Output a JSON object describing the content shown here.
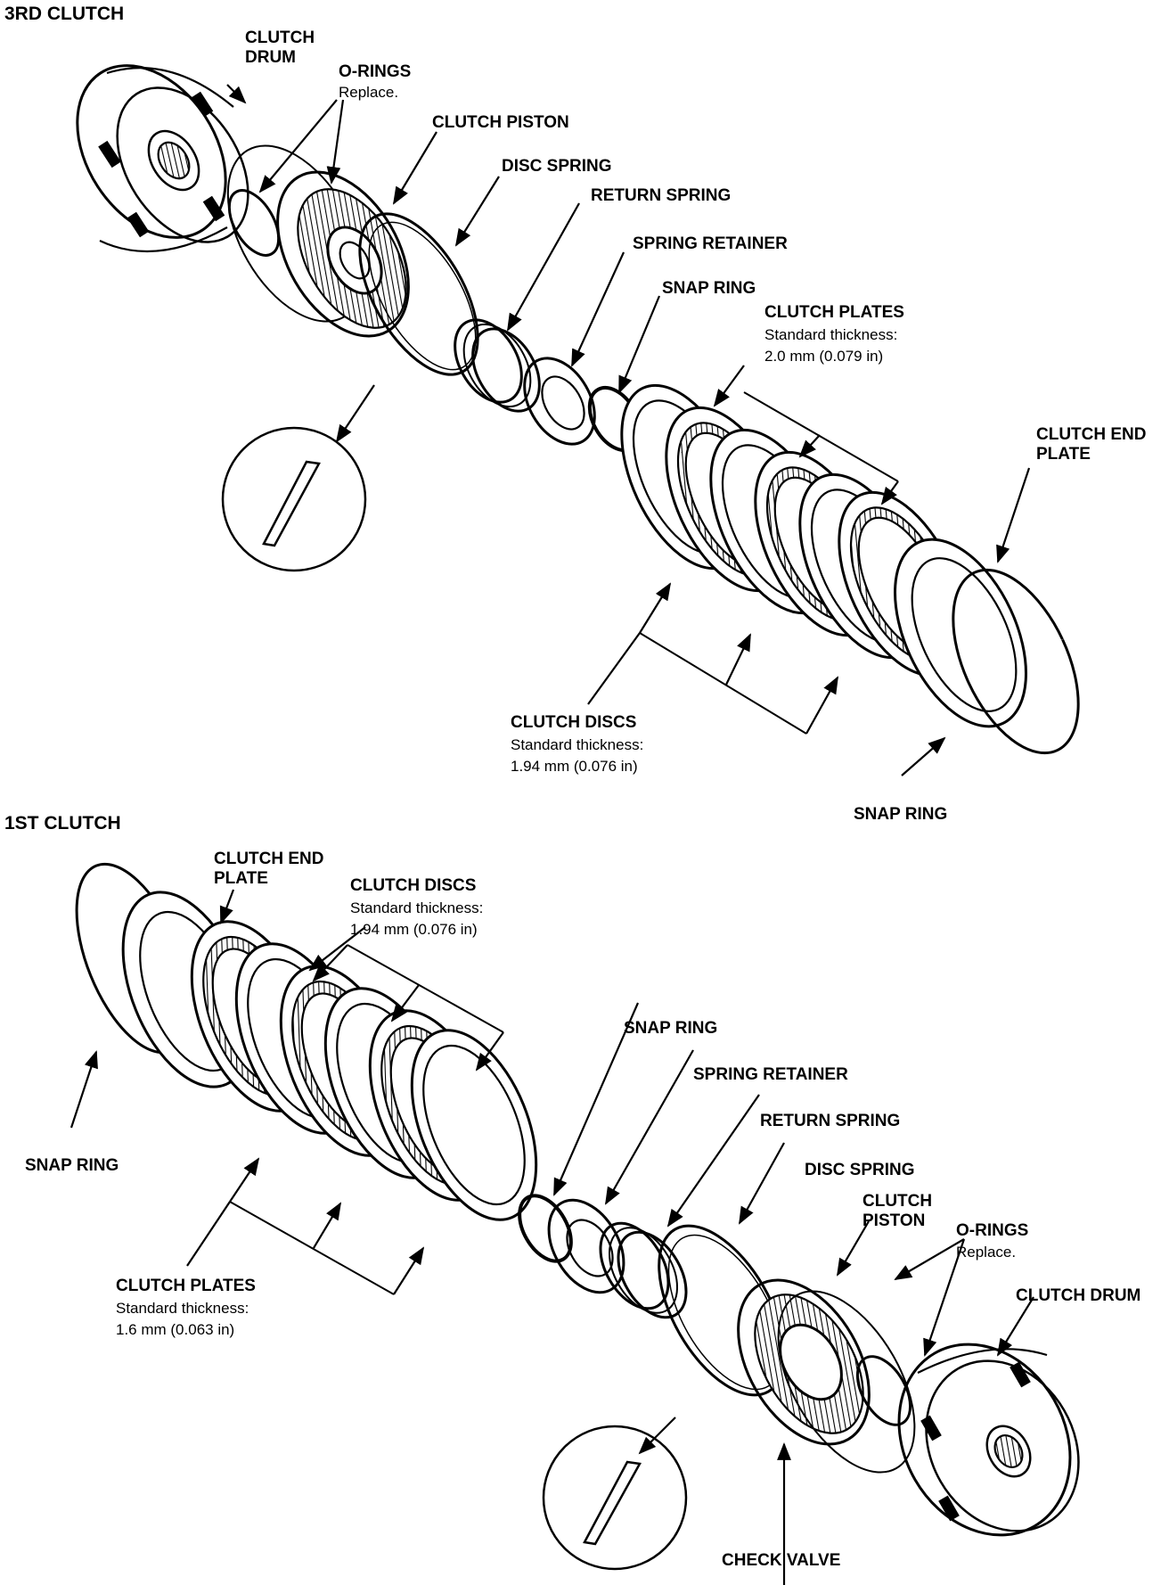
{
  "sections": {
    "third": {
      "title": "3RD CLUTCH",
      "labels": {
        "clutch_drum": [
          "CLUTCH",
          "DRUM"
        ],
        "o_rings": "O-RINGS",
        "o_rings_note": "Replace.",
        "clutch_piston": "CLUTCH PISTON",
        "disc_spring": "DISC SPRING",
        "return_spring": "RETURN SPRING",
        "spring_retainer": "SPRING RETAINER",
        "snap_ring_inner": "SNAP RING",
        "clutch_plates": "CLUTCH PLATES",
        "clutch_plates_thickness_label": "Standard thickness:",
        "clutch_plates_thickness": "2.0 mm (0.079 in)",
        "clutch_end_plate": [
          "CLUTCH END",
          "PLATE"
        ],
        "clutch_discs": "CLUTCH DISCS",
        "clutch_discs_thickness_label": "Standard thickness:",
        "clutch_discs_thickness": "1.94 mm (0.076 in)",
        "snap_ring_outer": "SNAP RING"
      }
    },
    "first": {
      "title": "1ST CLUTCH",
      "labels": {
        "clutch_end_plate": [
          "CLUTCH END",
          "PLATE"
        ],
        "clutch_discs": "CLUTCH DISCS",
        "clutch_discs_thickness_label": "Standard thickness:",
        "clutch_discs_thickness": "1.94 mm (0.076 in)",
        "snap_ring_outer": "SNAP RING",
        "snap_ring_inner": "SNAP RING",
        "spring_retainer": "SPRING RETAINER",
        "return_spring": "RETURN SPRING",
        "disc_spring": "DISC SPRING",
        "clutch_piston": [
          "CLUTCH",
          "PISTON"
        ],
        "o_rings": "O-RINGS",
        "o_rings_note": "Replace.",
        "clutch_drum": "CLUTCH DRUM",
        "clutch_plates": "CLUTCH PLATES",
        "clutch_plates_thickness_label": "Standard thickness:",
        "clutch_plates_thickness": "1.6 mm (0.063 in)",
        "check_valve": "CHECK VALVE"
      }
    }
  }
}
